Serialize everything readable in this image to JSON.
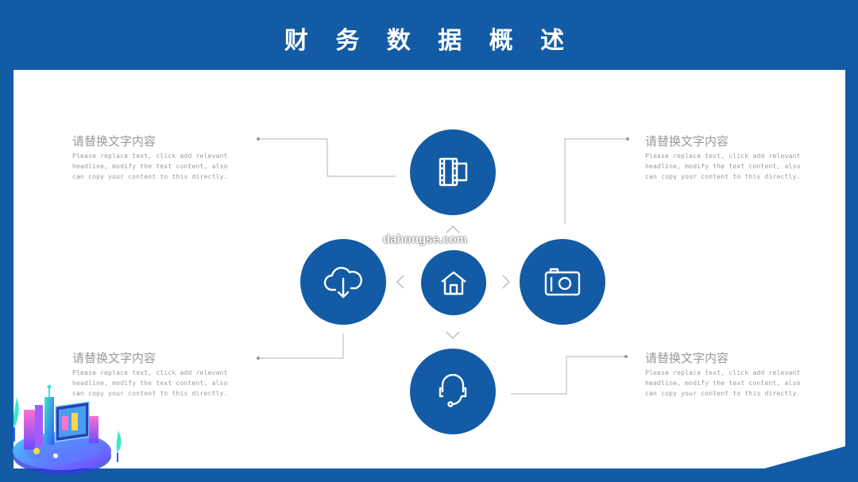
{
  "title": "财 务 数 据 概 述",
  "watermark": "dahongse.com",
  "blocks": [
    {
      "title": "请替换文字内容",
      "body": "Please replace text, click add relevant headline, modify the text content, also can copy your content to this directly."
    },
    {
      "title": "请替换文字内容",
      "body": "Please replace text, click add relevant headline, modify the text content, also can copy your content to this directly."
    },
    {
      "title": "请替换文字内容",
      "body": "Please replace text, click add relevant headline, modify the text content, also can copy your content to this directly."
    },
    {
      "title": "请替换文字内容",
      "body": "Please replace text, click add relevant headline, modify the text content, also can copy your content to this directly."
    }
  ],
  "icons": {
    "top": "film-icon",
    "left": "cloud-download-icon",
    "center": "home-icon",
    "right": "camera-icon",
    "bottom": "headset-icon"
  },
  "colors": {
    "brand": "#135ba5",
    "panel": "#ffffff",
    "text_gray": "#999999",
    "line_gray": "#b5b5b5"
  }
}
